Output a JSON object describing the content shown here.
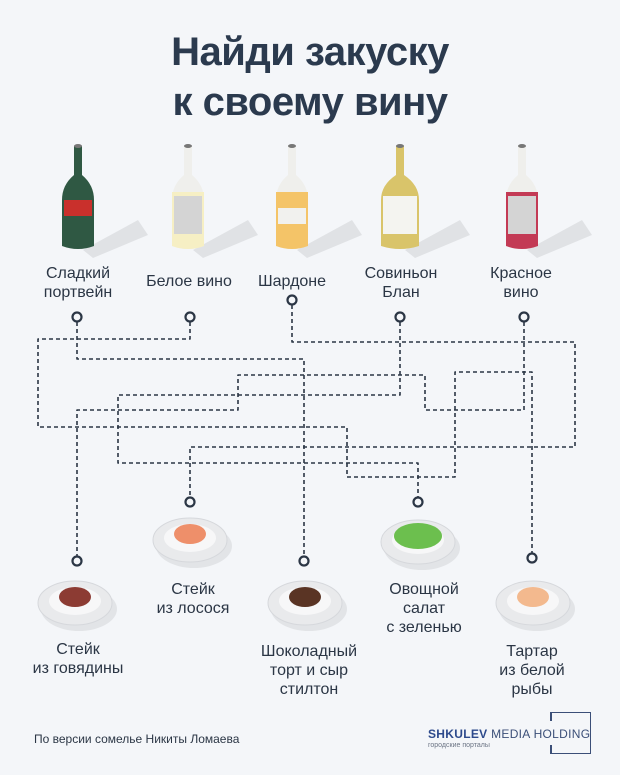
{
  "title": {
    "line1": "Найди закуску",
    "line2": "к своему вину"
  },
  "wines": [
    {
      "label": "Сладкий\nпортвейн",
      "glass": "#2f5843",
      "liquid": "#2f5843",
      "tag": "#c9302c"
    },
    {
      "label": "Белое вино",
      "glass": "#eeeeea",
      "liquid": "#f6efc4",
      "tag": "#d4d4d4"
    },
    {
      "label": "Шардоне",
      "glass": "#eeeeea",
      "liquid": "#f4c468",
      "tag": "#f1f1ee"
    },
    {
      "label": "Совиньон\nБлан",
      "glass": "#d9c46a",
      "liquid": "#e3d488",
      "tag": "#f4f4f0"
    },
    {
      "label": "Красное\nвино",
      "glass": "#eeeeea",
      "liquid": "#c33a55",
      "tag": "#d4d4d4"
    }
  ],
  "dishes": [
    {
      "label": "Стейк\nиз говядины",
      "color": "#8c3b33"
    },
    {
      "label": "Стейк\nиз лосося",
      "color": "#ee8f6a"
    },
    {
      "label": "Шоколадный\nторт и сыр\nстилтон",
      "color": "#5a3424"
    },
    {
      "label": "Овощной\nсалат\nс зеленью",
      "color": "#6cbf4e"
    },
    {
      "label": "Тартар\nиз белой\nрыбы",
      "color": "#f3b98e"
    }
  ],
  "footer": {
    "credit": "По версии сомелье Никиты Ломаева"
  },
  "logo": {
    "brand": "SHKULEV",
    "rest": "MEDIA HOLDING",
    "sub": "городские порталы"
  },
  "colors": {
    "line": "#2b3645",
    "plate": "#e9eaec"
  }
}
